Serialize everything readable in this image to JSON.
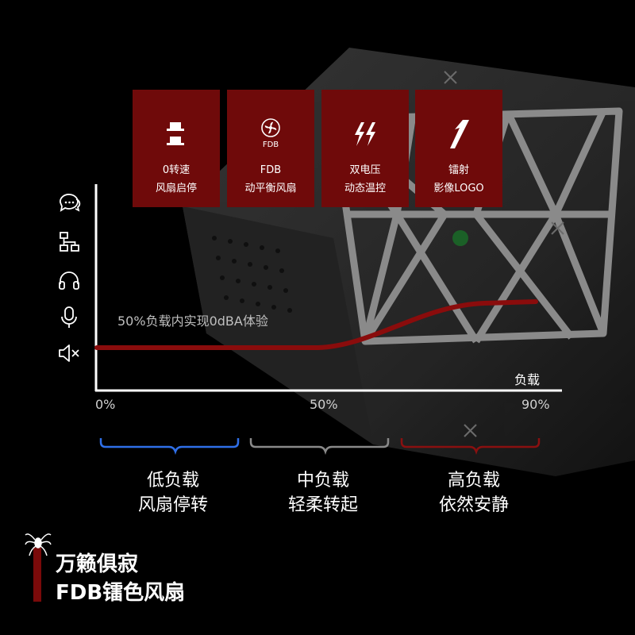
{
  "features": [
    {
      "icon": "fan-stop-icon",
      "line1": "0转速",
      "line2": "风扇启停"
    },
    {
      "icon": "fan-blade-icon",
      "icon_text": "FDB",
      "line1": "FDB",
      "line2": "动平衡风扇"
    },
    {
      "icon": "lightning-icon",
      "line1": "双电压",
      "line2": "动态温控"
    },
    {
      "icon": "laser-logo-icon",
      "line1": "镭射",
      "line2": "影像LOGO"
    }
  ],
  "side_icons": [
    "chat-bubbles-icon",
    "hierarchy-icon",
    "headphones-icon",
    "microphone-icon",
    "speaker-mute-icon"
  ],
  "chart": {
    "note": "50%负载内实现0dBA体验",
    "x_axis_label": "负载",
    "ticks": [
      "0%",
      "50%",
      "90%"
    ]
  },
  "ranges": [
    {
      "line1": "低负载",
      "line2": "风扇停转",
      "color": "#2f6fe8"
    },
    {
      "line1": "中负载",
      "line2": "轻柔转起",
      "color": "#8a8a8a"
    },
    {
      "line1": "高负载",
      "line2": "依然安静",
      "color": "#8a1010"
    }
  ],
  "brand": {
    "line1": "万籁俱寂",
    "line2": "FDB镭色风扇"
  },
  "colors": {
    "card_red": "#6f0a0a",
    "curve_red": "#8a0c0c",
    "accent_red": "#7a0a0a"
  }
}
